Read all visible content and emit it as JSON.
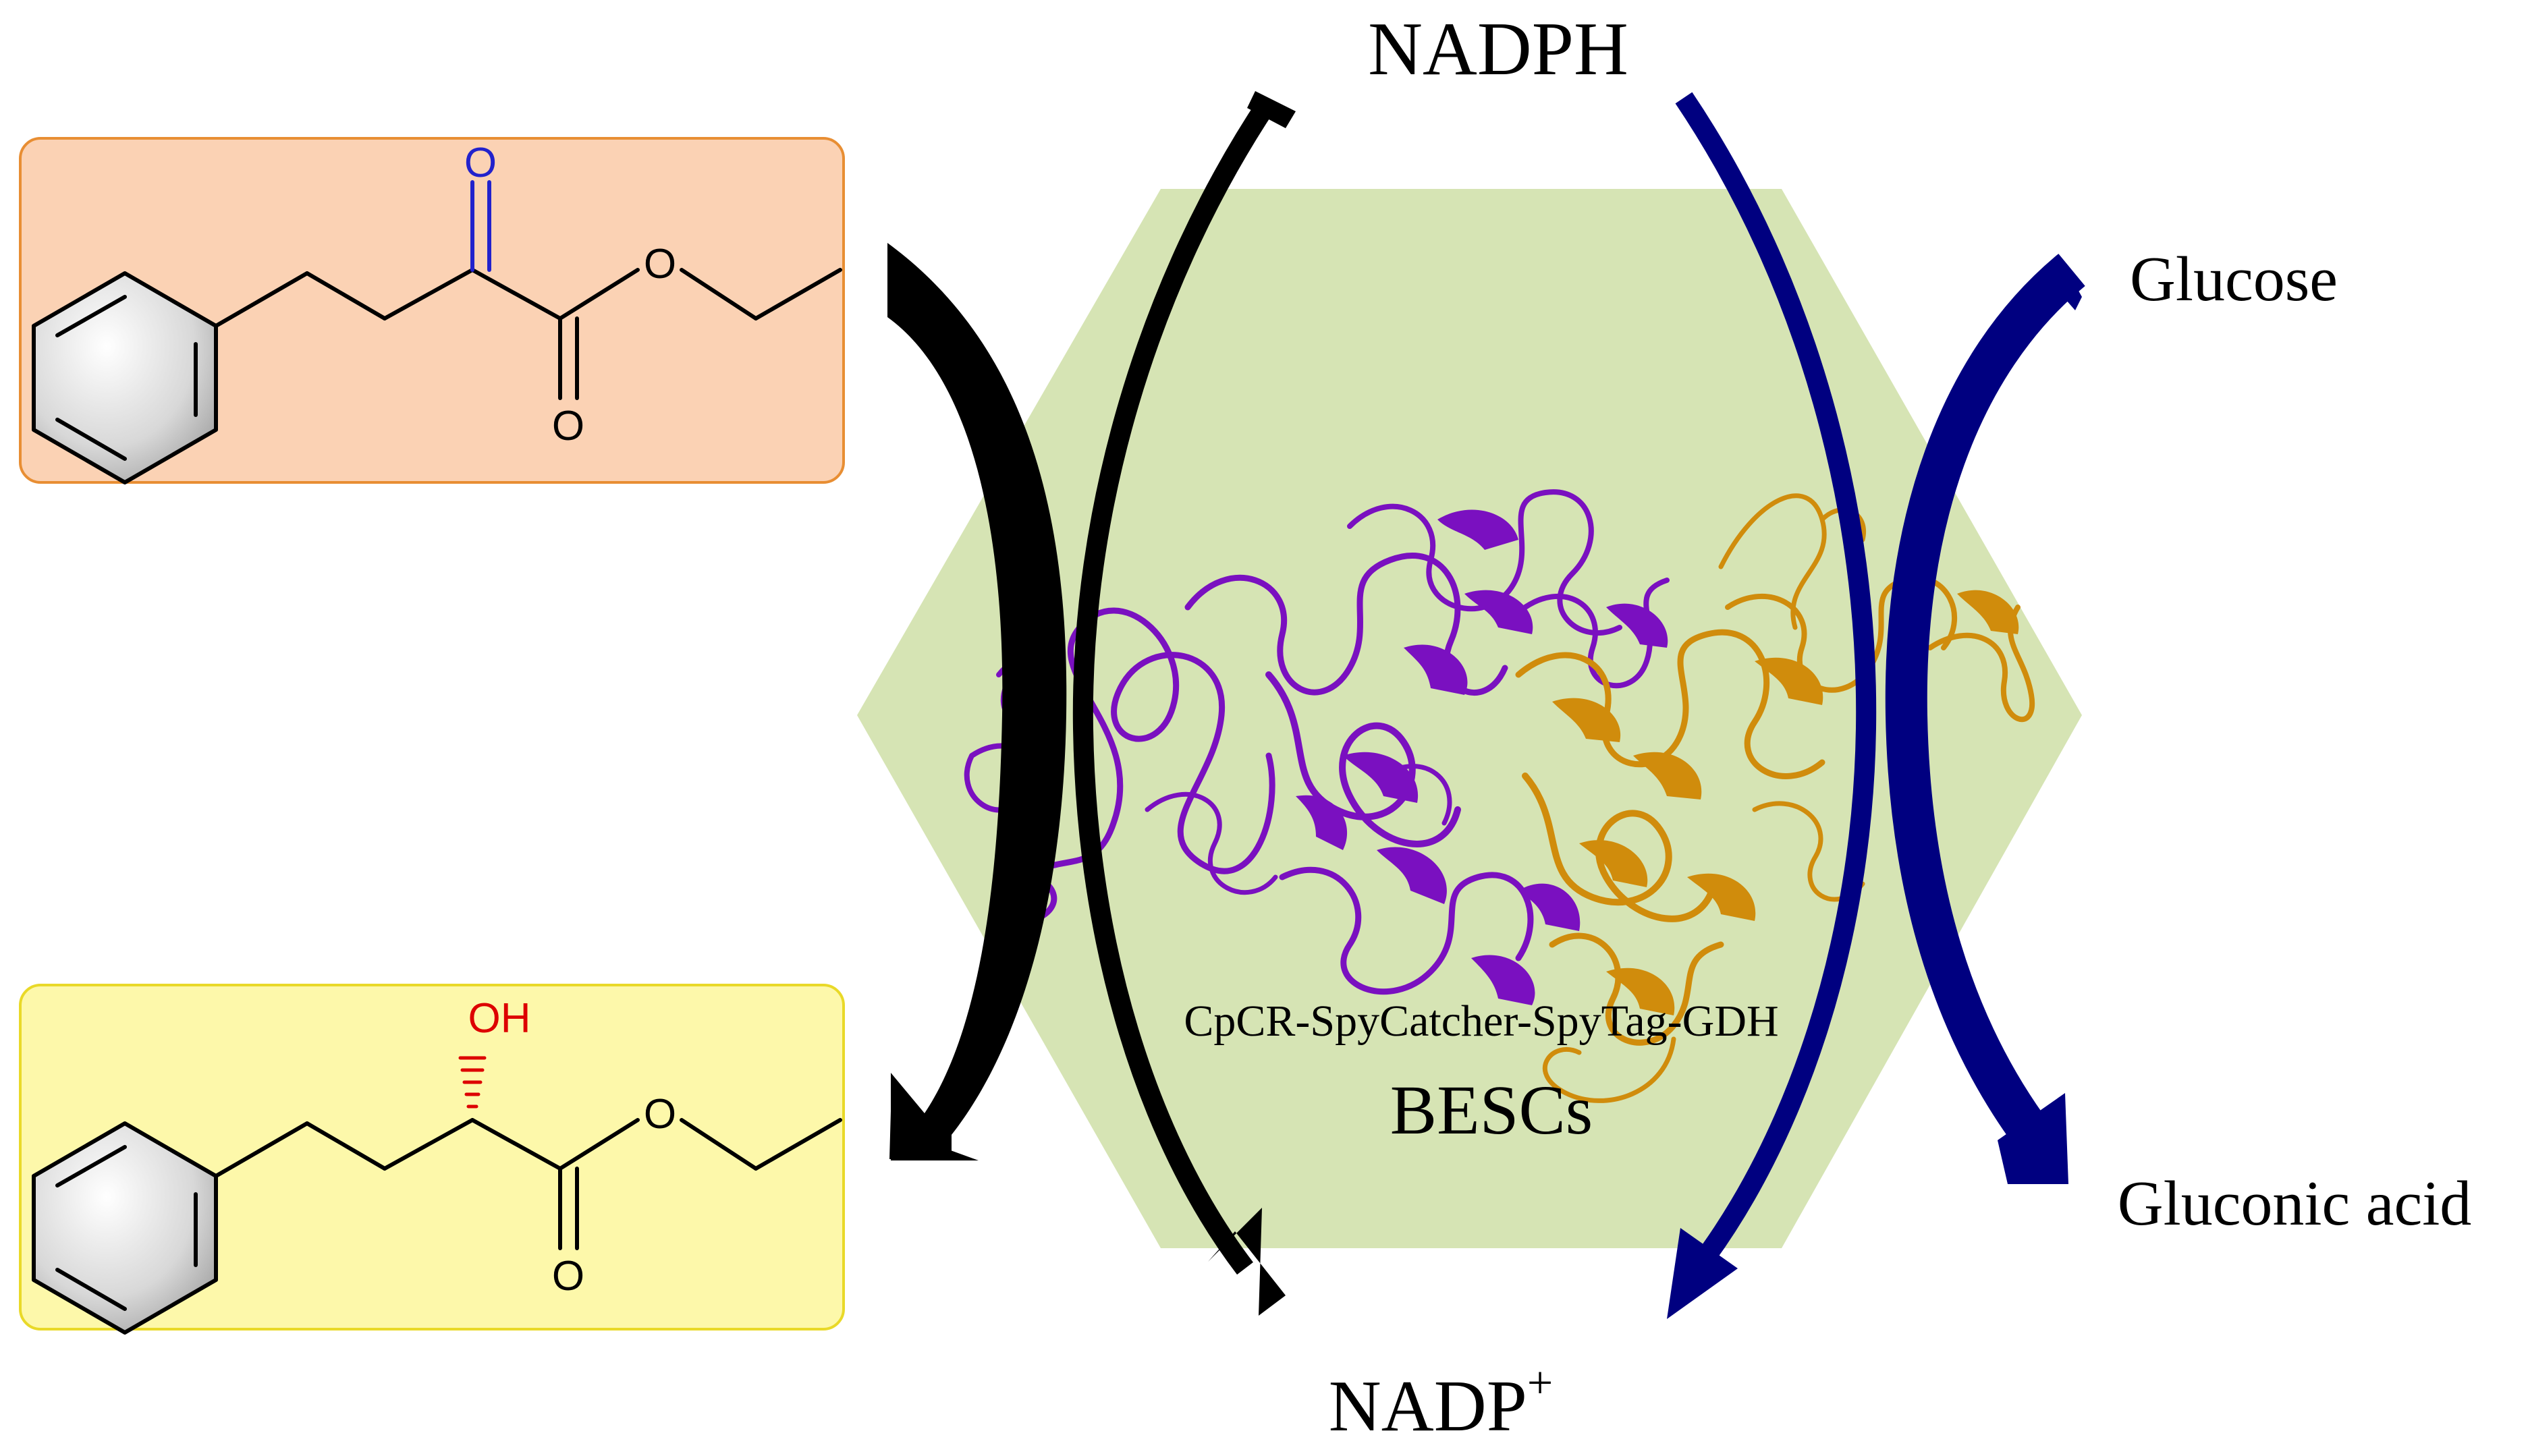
{
  "labels": {
    "nadph": "NADPH",
    "nadp_base": "NADP",
    "nadp_sup": "+",
    "glucose": "Glucose",
    "gluconic_acid": "Gluconic acid",
    "enzyme": "CpCR-SpyCatcher-SpyTag-GDH",
    "besc": "BESCs"
  },
  "substrate": {
    "ketone_o": "O",
    "ester_o_ring": "O",
    "carbonyl_o": "O"
  },
  "product": {
    "oh": "OH",
    "ester_o_ring": "O",
    "carbonyl_o": "O"
  },
  "colors": {
    "hexagon": "#d6e4b4",
    "substrate_box_fill": "#fbd2b4",
    "substrate_box_border": "#e88e33",
    "product_box_fill": "#fdf8aa",
    "product_box_border": "#e9d928",
    "black_arrow": "#000000",
    "blue_arrow": "#000080",
    "protein_purple": "#7a10c0",
    "protein_gold": "#d08c0c",
    "ketone_o": "#2222cc",
    "oh": "#dd0000"
  }
}
